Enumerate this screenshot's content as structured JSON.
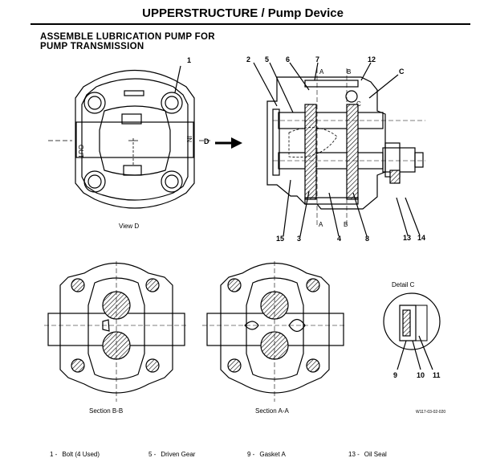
{
  "page": {
    "title": "UPPERSTRUCTURE / Pump Device",
    "heading_lines": [
      "ASSEMBLE   LUBRICATION   PUMP   FOR",
      "PUMP TRANSMISSION"
    ]
  },
  "views": {
    "view_d_caption": "View D",
    "view_d_port_out": "OUT",
    "view_d_port_in": "IN",
    "view_d_marker": "D",
    "section_bb_caption": "Section B-B",
    "section_aa_caption": "Section A-A",
    "detail_c_caption": "Detail C",
    "drawing_code": "W117-03-02-020"
  },
  "callouts": {
    "c1": "1",
    "c2": "2",
    "c3": "3",
    "c4": "4",
    "c5": "5",
    "c6": "6",
    "c7": "7",
    "c8": "8",
    "c9": "9",
    "c10": "10",
    "c11": "11",
    "c12": "12",
    "c13": "13",
    "c14": "14",
    "c15": "15",
    "a_top": "A",
    "b_top": "B",
    "a_bottom": "A",
    "b_bottom": "B",
    "c_right": "C",
    "c_inner": "C"
  },
  "legend": [
    {
      "num": "1 -",
      "label": "Bolt (4 Used)"
    },
    {
      "num": "5 -",
      "label": "Driven Gear"
    },
    {
      "num": "9 -",
      "label": "Gasket A"
    },
    {
      "num": "13 -",
      "label": "Oil Seal"
    }
  ]
}
